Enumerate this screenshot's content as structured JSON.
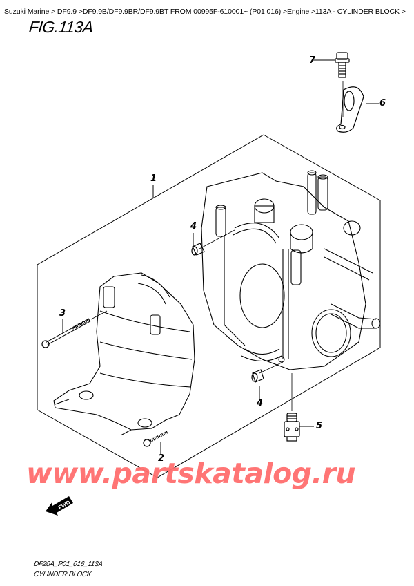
{
  "breadcrumb": {
    "items": [
      {
        "label": "Suzuki Marine"
      },
      {
        "label": "DF9.9"
      },
      {
        "label": "DF9.9B/DF9.9BR/DF9.9BT FROM 00995F-610001~ (P01 016)"
      },
      {
        "label": "Engine"
      },
      {
        "label": "113A - CYLINDER BLOCK"
      }
    ],
    "separator": " >",
    "text": "Suzuki Marine > DF9.9 >DF9.9B/DF9.9BR/DF9.9BT FROM 00995F-610001~ (P01 016) >Engine >113A - CYLINDER BLOCK >"
  },
  "figure": {
    "title": "FIG.113A",
    "code": "DF20A_P01_016_113A",
    "name": "CYLINDER BLOCK"
  },
  "callouts": [
    {
      "id": "1",
      "label": "1"
    },
    {
      "id": "2",
      "label": "2"
    },
    {
      "id": "3",
      "label": "3"
    },
    {
      "id": "4a",
      "label": "4"
    },
    {
      "id": "4b",
      "label": "4"
    },
    {
      "id": "5",
      "label": "5"
    },
    {
      "id": "6",
      "label": "6"
    },
    {
      "id": "7",
      "label": "7"
    }
  ],
  "fwd_icon": {
    "label": "FWD",
    "icon": "forward-arrow-icon"
  },
  "watermark": {
    "text": "www.partskatalog.ru",
    "color": "#ff6e6e"
  }
}
